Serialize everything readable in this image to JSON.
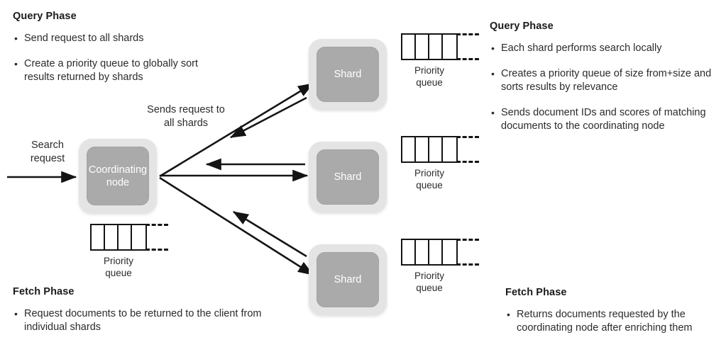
{
  "left_panel": {
    "query": {
      "title": "Query Phase",
      "bullets": [
        "Send request to all shards",
        "Create a priority queue to globally sort results returned by shards"
      ]
    },
    "fetch": {
      "title": "Fetch Phase",
      "bullets": [
        "Request documents to be returned to the client from individual shards"
      ]
    }
  },
  "right_panel": {
    "query": {
      "title": "Query Phase",
      "bullets": [
        "Each shard performs search locally",
        "Creates a priority queue of size from+size and sorts results by relevance",
        "Sends document IDs and scores of matching documents to the coordinating node"
      ]
    },
    "fetch": {
      "title": "Fetch Phase",
      "bullets": [
        "Returns documents requested by the coordinating node after enriching them"
      ]
    }
  },
  "diagram": {
    "bullet_glyph": "•",
    "coordinating_node": {
      "label": "Coordinating node",
      "queue_label": "Priority queue",
      "queue_cells": 4
    },
    "shards": [
      {
        "label": "Shard",
        "queue_label": "Priority queue",
        "queue_cells": 4
      },
      {
        "label": "Shard",
        "queue_label": "Priority queue",
        "queue_cells": 4
      },
      {
        "label": "Shard",
        "queue_label": "Priority queue",
        "queue_cells": 4
      }
    ],
    "arrow_labels": {
      "search_request": "Search request",
      "sends_request": "Sends request to all shards"
    },
    "colors": {
      "node_fill": "#aaaaaa",
      "node_frame": "#e4e4e4",
      "arrow": "#141414",
      "text": "#2b2b2b"
    }
  }
}
